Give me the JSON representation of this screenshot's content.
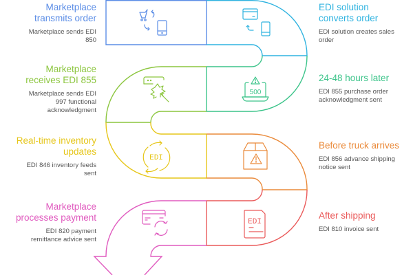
{
  "diagram": {
    "type": "process-flow",
    "steps": [
      {
        "id": 1,
        "side": "left",
        "title": "Marketplace transmits order",
        "title_lines": [
          "Marketplace",
          "transmits order"
        ],
        "description": "Marketplace sends EDI 850",
        "desc_lines": [
          "Marketplace sends EDI",
          "850"
        ],
        "icon": "cart-phone-exchange-icon",
        "color": "#5b8de6"
      },
      {
        "id": 2,
        "side": "right",
        "title": "EDI solution converts order",
        "title_lines": [
          "EDI solution",
          "converts order"
        ],
        "description": "EDI solution creates sales order",
        "desc_lines": [
          "EDI solution creates sales",
          "order"
        ],
        "icon": "card-to-phone-icon",
        "color": "#2fb3e0"
      },
      {
        "id": 3,
        "side": "left",
        "title": "Marketplace receives EDI 855",
        "title_lines": [
          "Marketplace",
          "receives EDI 855"
        ],
        "description": "Marketplace sends EDI 997 functional acknowledgment",
        "desc_lines": [
          "Marketplace sends EDI",
          "997 functional",
          "acknowledgment"
        ],
        "icon": "click-burst-icon",
        "color": "#8cc63f"
      },
      {
        "id": 4,
        "side": "right",
        "title": "24-48 hours later",
        "title_lines": [
          "24-48 hours later"
        ],
        "description": "EDI 855 purchase order acknowledgment sent",
        "desc_lines": [
          "EDI 855 purchase order",
          "acknowledgment sent"
        ],
        "icon": "laptop-500-warning-icon",
        "icon_text": "500",
        "color": "#3cc48a"
      },
      {
        "id": 5,
        "side": "left",
        "title": "Real-time inventory updates",
        "title_lines": [
          "Real-time inventory",
          "updates"
        ],
        "description": "EDI 846 inventory feeds sent",
        "desc_lines": [
          "EDI 846 inventory feeds",
          "sent"
        ],
        "icon": "edi-cycle-icon",
        "icon_text": "EDI",
        "color": "#e6c619"
      },
      {
        "id": 6,
        "side": "right",
        "title": "Before truck arrives",
        "title_lines": [
          "Before truck arrives"
        ],
        "description": "EDI 856 advance shipping notice sent",
        "desc_lines": [
          "EDI 856 advance shipping",
          "notice sent"
        ],
        "icon": "package-warning-icon",
        "color": "#ea8a3a"
      },
      {
        "id": 7,
        "side": "left",
        "title": "Marketplace processes payment",
        "title_lines": [
          "Marketplace",
          "processes payment"
        ],
        "description": "EDI 820 payment remittance advice sent",
        "desc_lines": [
          "EDI 820 payment",
          "remittance advice sent"
        ],
        "icon": "card-refresh-icon",
        "color": "#e05bbf"
      },
      {
        "id": 8,
        "side": "right",
        "title": "After shipping",
        "title_lines": [
          "After shipping"
        ],
        "description": "EDI 810 invoice sent",
        "desc_lines": [
          "EDI 810 invoice sent"
        ],
        "icon": "edi-document-icon",
        "icon_text": "EDI",
        "color": "#ea5a5a"
      }
    ]
  }
}
